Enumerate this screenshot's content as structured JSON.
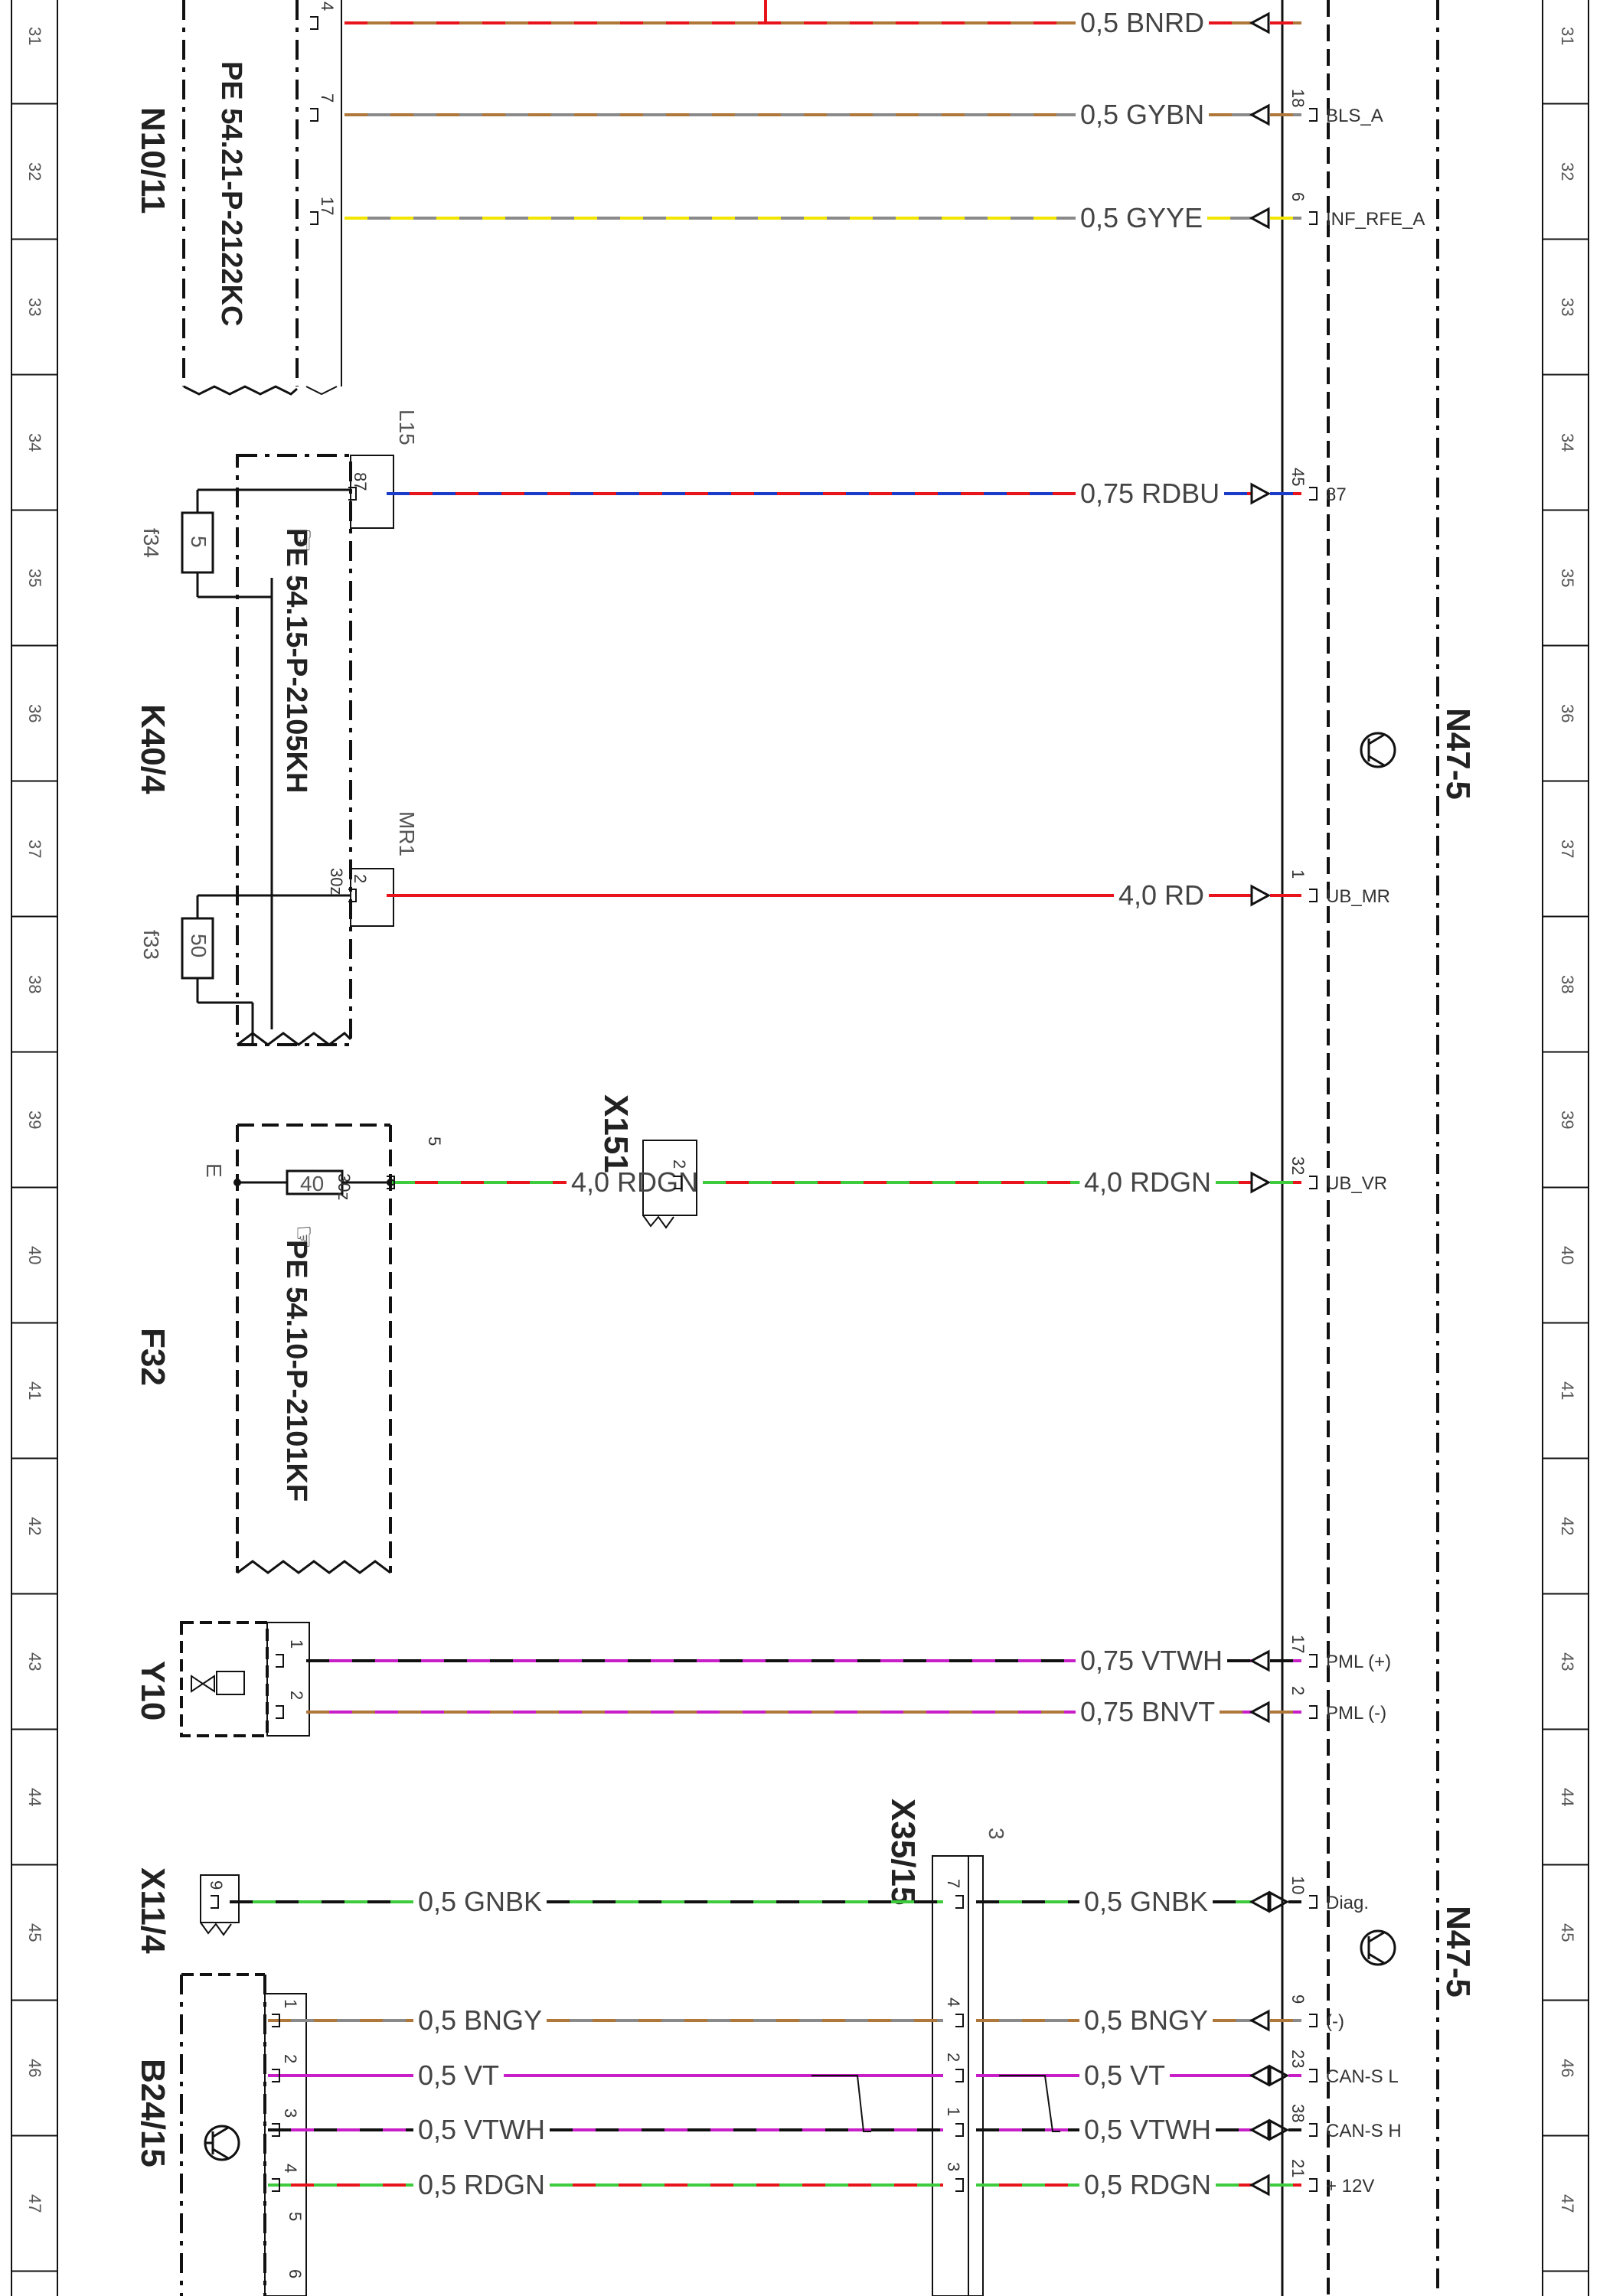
{
  "row_numbers": [
    "31",
    "32",
    "33",
    "34",
    "35",
    "36",
    "37",
    "38",
    "39",
    "40",
    "41",
    "42",
    "43",
    "44",
    "45",
    "46",
    "47"
  ],
  "components": {
    "n10": {
      "id": "N10/11",
      "pe": "PE 54.21-P-2122KC"
    },
    "k40": {
      "id": "K40/4",
      "pe": "PE 54.15-P-2105KH",
      "fuse_a_id": "f34",
      "fuse_a_rating": "5",
      "fuse_b_id": "f33",
      "fuse_b_rating": "50",
      "connector_top": "L15",
      "connector_bottom": "MR1"
    },
    "f32": {
      "id": "F32",
      "pe": "PE 54.10-P-2101KF",
      "fuse_rating": "40",
      "terminal_e": "E"
    },
    "x151": {
      "id": "X151"
    },
    "y10": {
      "id": "Y10"
    },
    "x11": {
      "id": "X11/4"
    },
    "x35": {
      "id": "X35/15",
      "top_pin": "3"
    },
    "b24": {
      "id": "B24/15"
    },
    "n47_a": {
      "id": "N47-5"
    },
    "n47_b": {
      "id": "N47-5"
    }
  },
  "wires": [
    {
      "label": "0,5  BNRD",
      "pin_left": "4",
      "pin_right": "",
      "signal": ""
    },
    {
      "label": "0,5  GYBN",
      "pin_left": "7",
      "pin_right": "18",
      "signal": "BLS_A"
    },
    {
      "label": "0,5  GYYE",
      "pin_left": "17",
      "pin_right": "6",
      "signal": "INF_RFE_A"
    },
    {
      "label": "0,75  RDBU",
      "pin_left": "87",
      "pin_right": "45",
      "signal": "87"
    },
    {
      "label": "4,0  RD",
      "pin_left": "2",
      "pin_left2": "30z",
      "pin_right": "1",
      "signal": "UB_MR"
    },
    {
      "label_a": "4,0  RDGN",
      "label_b": "4,0  RDGN",
      "pin_left": "5",
      "pin_left2": "30z",
      "pin_mid": "2",
      "pin_right": "32",
      "signal": "UB_VR"
    },
    {
      "label": "0,75  VTWH",
      "pin_left": "1",
      "pin_right": "17",
      "signal": "PML (+)"
    },
    {
      "label": "0,75  BNVT",
      "pin_left": "2",
      "pin_right": "2",
      "signal": "PML (-)"
    },
    {
      "label_a": "0,5  GNBK",
      "label_b": "0,5  GNBK",
      "pin_left": "9",
      "pin_mid": "7",
      "pin_right": "10",
      "signal": "Diag."
    },
    {
      "label_a": "0,5  BNGY",
      "label_b": "0,5  BNGY",
      "pin_left": "1",
      "pin_mid": "4",
      "pin_right": "9",
      "signal": "(-)"
    },
    {
      "label_a": "0,5  VT",
      "label_b": "0,5  VT",
      "pin_left": "2",
      "pin_mid": "2",
      "pin_right": "23",
      "signal": "CAN-S L"
    },
    {
      "label_a": "0,5  VTWH",
      "label_b": "0,5  VTWH",
      "pin_left": "3",
      "pin_mid": "1",
      "pin_right": "38",
      "signal": "CAN-S H"
    },
    {
      "label_a": "0,5  RDGN",
      "label_b": "0,5  RDGN",
      "pin_left": "4",
      "pin_mid": "3",
      "pin_right": "21",
      "signal": "+ 12V"
    }
  ],
  "b24_extra_pins": [
    "5",
    "6"
  ],
  "colors": {
    "RD": "#e8141c",
    "BN": "#b0773a",
    "GY": "#8a8a8a",
    "YE": "#f2e600",
    "BU": "#1a3cc8",
    "GN": "#3ecb3e",
    "VT": "#c81ec8",
    "WH": "#bbbbbb",
    "BK": "#111111"
  }
}
